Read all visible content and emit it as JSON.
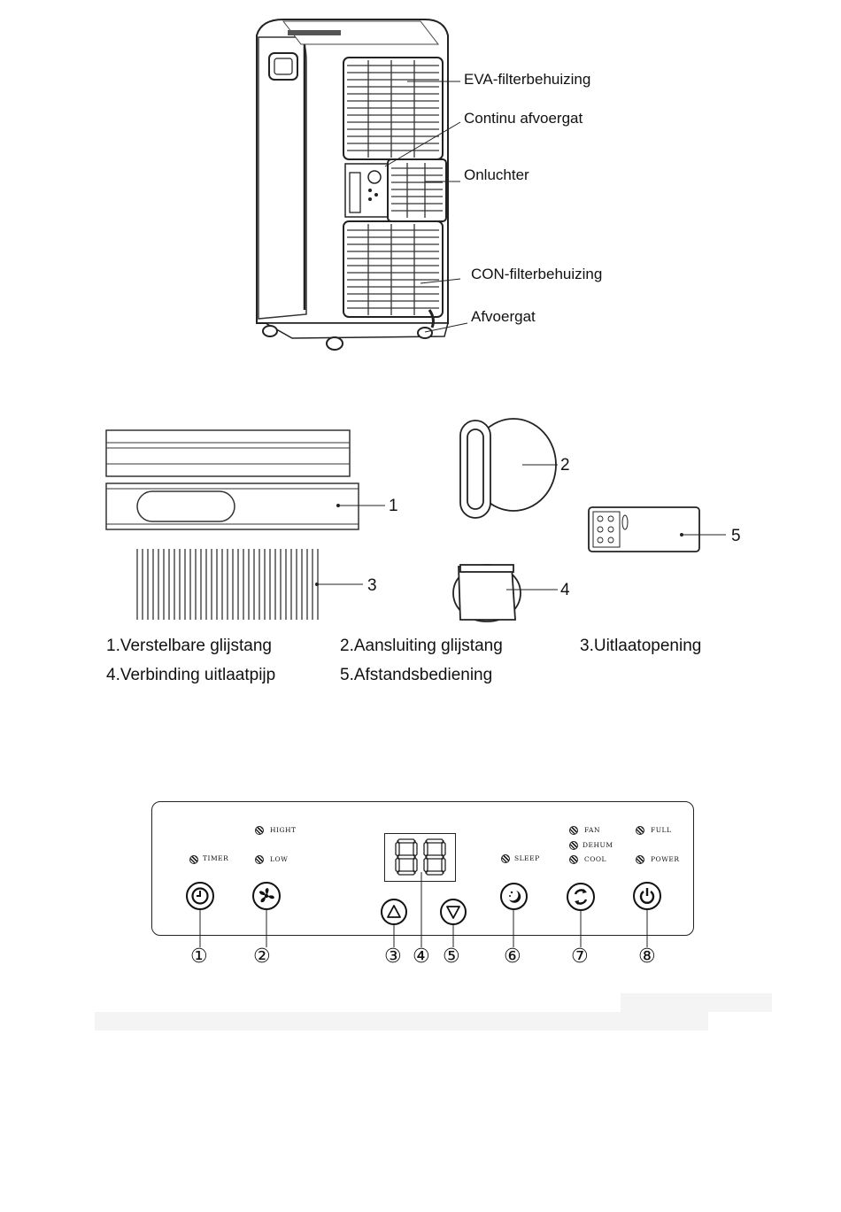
{
  "unit_figure": {
    "callouts": [
      "EVA-filterbehuizing",
      "Continu afvoergat",
      "Onluchter",
      "CON-filterbehuizing",
      "Afvoergat"
    ]
  },
  "accessories": {
    "numbers": [
      "1",
      "2",
      "3",
      "4",
      "5"
    ],
    "legend": [
      "1.Verstelbare glijstang",
      "2.Aansluiting glijstang",
      "3.Uitlaatopening",
      "4.Verbinding uitlaatpijp",
      "5.Afstandsbediening"
    ]
  },
  "control_panel": {
    "led_labels": {
      "timer": "TIMER",
      "high": "HIGHT",
      "low": "LOW",
      "sleep": "SLEEP",
      "fan": "FAN",
      "dehum": "DEHUM",
      "cool": "COOL",
      "full": "FULL",
      "power": "POWER"
    },
    "display": "88",
    "buttons": [
      {
        "icon": "timer-icon"
      },
      {
        "icon": "fan-icon"
      },
      {
        "icon": "up-arrow-icon"
      },
      {
        "icon": "down-arrow-icon"
      },
      {
        "icon": "sleep-icon"
      },
      {
        "icon": "mode-icon"
      },
      {
        "icon": "power-icon"
      }
    ],
    "markers": [
      "①",
      "②",
      "③",
      "④",
      "⑤",
      "⑥",
      "⑦",
      "⑧"
    ]
  }
}
